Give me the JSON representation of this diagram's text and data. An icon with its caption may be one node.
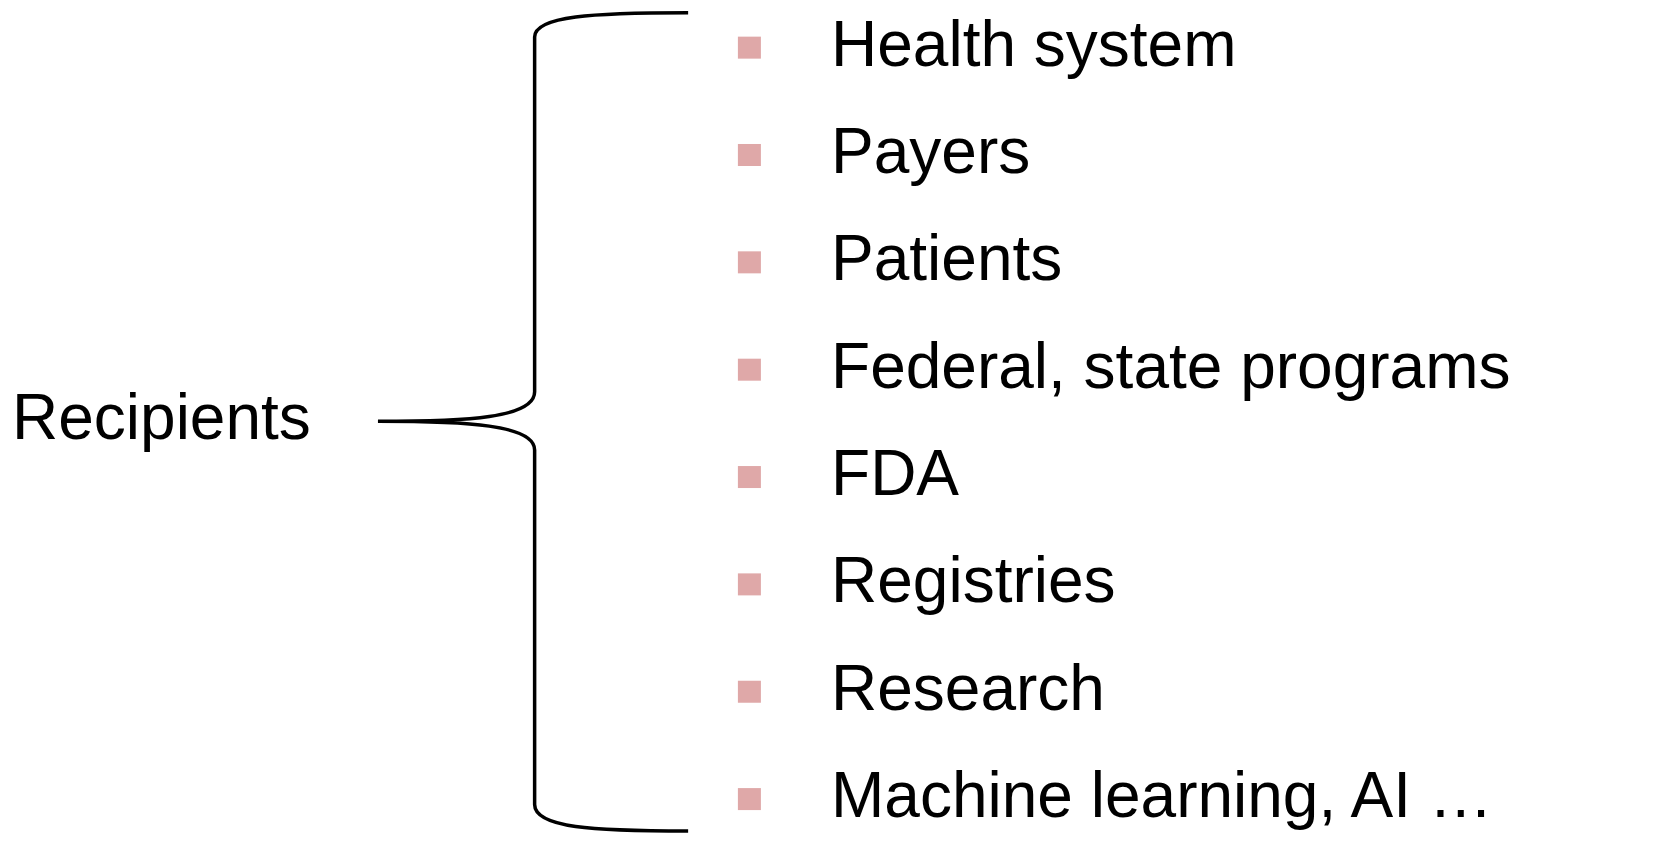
{
  "diagram": {
    "labels": [
      "Recipients",
      "Health system",
      "Payers",
      "Patients",
      "Federal, state programs",
      "FDA",
      "Registries",
      "Research",
      "Machine learning, AI …"
    ]
  }
}
